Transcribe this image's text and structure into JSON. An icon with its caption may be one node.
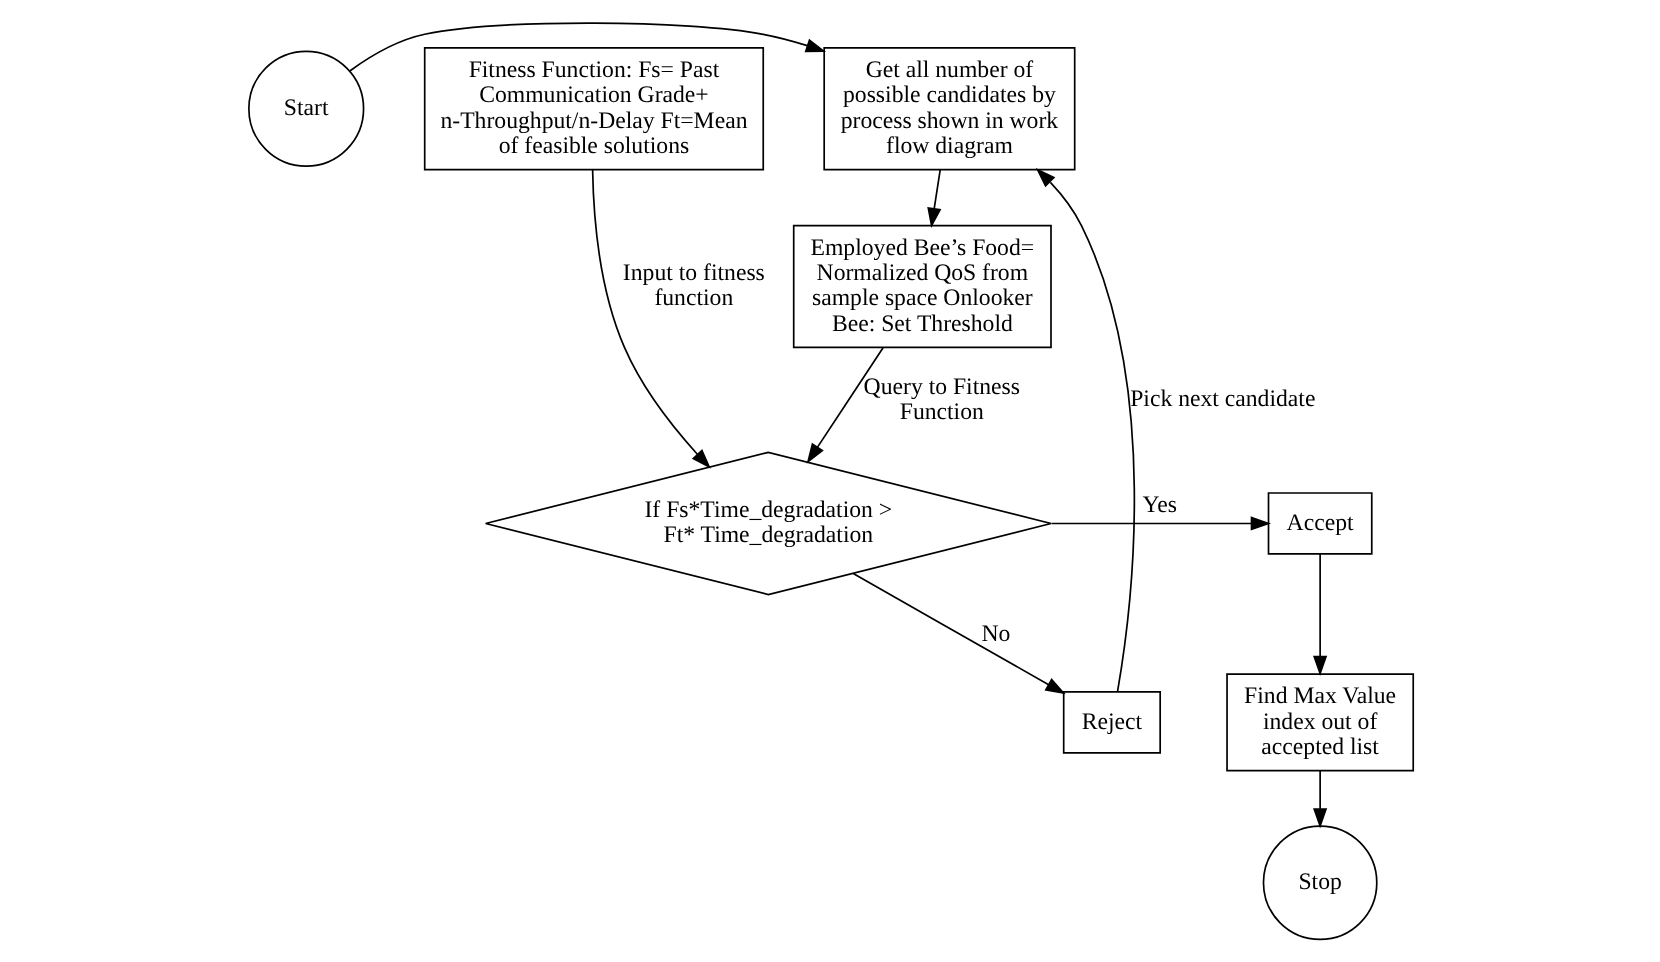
{
  "diagram": {
    "nodes": [
      {
        "text": [
          "Start"
        ]
      },
      {
        "text": [
          "Get all number of possible candidates by process shown in work flow diagram"
        ]
      },
      {
        "text": [
          "Employed Bee’s Food= Normalized QoS from sample space Onlooker Bee: Set Threshold"
        ]
      },
      {
        "text": [
          "Fitness Function: Fs= Past Communication Grade+ n-Throughput/n-Delay Ft=Mean of feasible solutions"
        ]
      },
      {
        "text": [
          "If Fs*Time_degradation > Ft* Time_degradation"
        ]
      },
      {
        "text": [
          "Accept"
        ]
      },
      {
        "text": [
          "Find Max Value index out of accepted list"
        ]
      },
      {
        "text": [
          "Reject"
        ]
      },
      {
        "text": [
          "Stop"
        ]
      }
    ],
    "edges": [
      {
        "from": 0,
        "to": 1,
        "arrow": "to"
      },
      {
        "from": 1,
        "to": 2,
        "arrow": "to"
      },
      {
        "from": 2,
        "to": 4,
        "arrow": "to",
        "label": "Query to Fitness Function"
      },
      {
        "from": 3,
        "to": 4,
        "arrow": "to",
        "label": "Input to fitness function"
      },
      {
        "from": 4,
        "to": 5,
        "arrow": "to",
        "label": "Yes"
      },
      {
        "from": 4,
        "to": 7,
        "arrow": "to",
        "label": "No"
      },
      {
        "from": 7,
        "to": 1,
        "arrow": "to",
        "label": "Pick next candidate"
      },
      {
        "from": 5,
        "to": 6,
        "arrow": "to"
      },
      {
        "from": 6,
        "to": 8,
        "arrow": "to"
      }
    ]
  }
}
